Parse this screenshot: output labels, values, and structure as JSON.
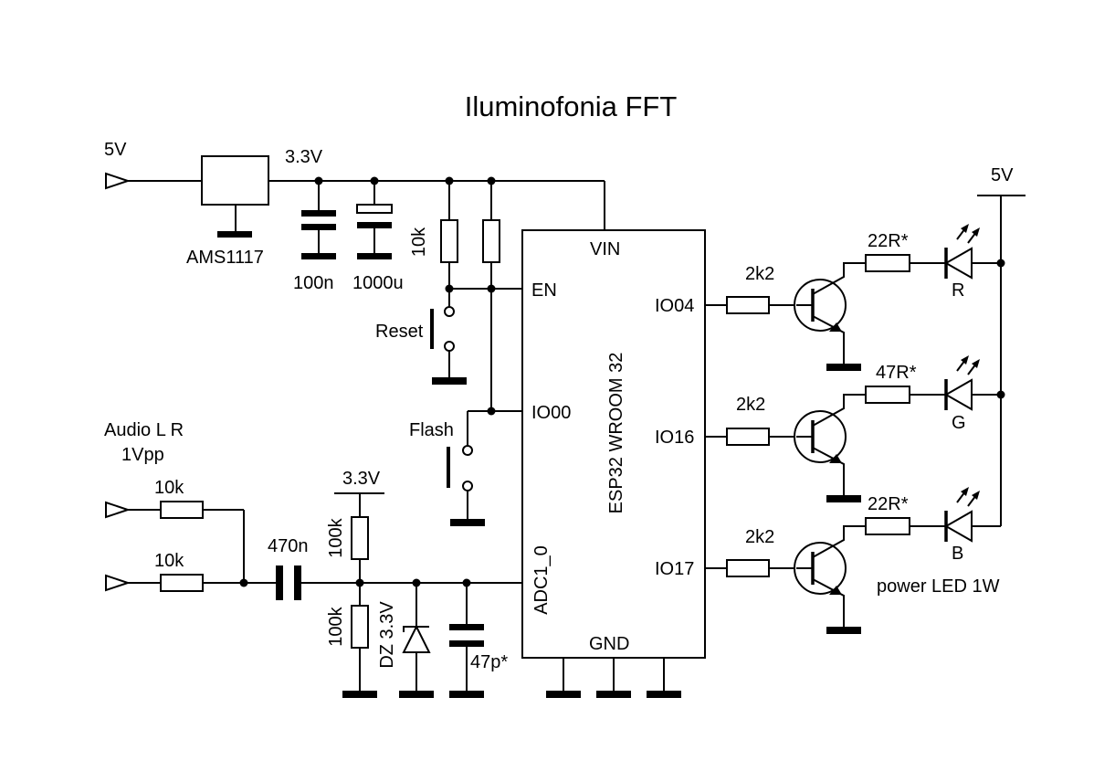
{
  "title": "Iluminofonia FFT",
  "power": {
    "in_5v": "5V",
    "rail_3v3": "3.3V",
    "regulator": "AMS1117",
    "cap_100n": "100n",
    "cap_1000u": "1000u",
    "right_5v": "5V"
  },
  "mcu": {
    "name": "ESP32 WROOM 32",
    "pins": {
      "vin": "VIN",
      "en": "EN",
      "io00": "IO00",
      "adc": "ADC1_0",
      "gnd": "GND",
      "io04": "IO04",
      "io16": "IO16",
      "io17": "IO17"
    }
  },
  "controls": {
    "pullup": "10k",
    "reset": "Reset",
    "flash": "Flash"
  },
  "audio": {
    "input_label": "Audio L R",
    "input_level": "1Vpp",
    "r_left": "10k",
    "r_right": "10k",
    "coupling_cap": "470n",
    "bias_rail": "3.3V",
    "r_top": "100k",
    "r_bottom": "100k",
    "zener": "DZ 3.3V",
    "cap_filter": "47p*"
  },
  "outputs": [
    {
      "base_resistor": "2k2",
      "led_resistor": "22R*",
      "led": "R"
    },
    {
      "base_resistor": "2k2",
      "led_resistor": "47R*",
      "led": "G"
    },
    {
      "base_resistor": "2k2",
      "led_resistor": "22R*",
      "led": "B"
    }
  ],
  "led_note": "power LED 1W"
}
